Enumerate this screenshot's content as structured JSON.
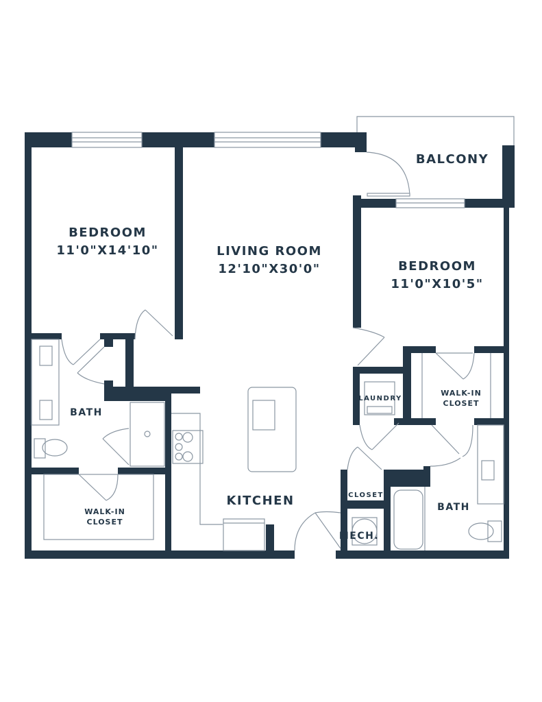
{
  "rooms": {
    "bedroom1": {
      "name": "BEDROOM",
      "dims": "11'0\"X14'10\""
    },
    "living": {
      "name": "LIVING ROOM",
      "dims": "12'10\"X30'0\""
    },
    "bedroom2": {
      "name": "BEDROOM",
      "dims": "11'0\"X10'5\""
    },
    "balcony": {
      "name": "BALCONY"
    },
    "kitchen": {
      "name": "KITCHEN"
    },
    "bath1": {
      "name": "BATH"
    },
    "walkin1": {
      "line1": "WALK-IN",
      "line2": "CLOSET"
    },
    "laundry": {
      "name": "LAUNDRY"
    },
    "walkin2": {
      "line1": "WALK-IN",
      "line2": "CLOSET"
    },
    "closet": {
      "name": "CLOSET"
    },
    "mech": {
      "name": "MECH."
    },
    "bath2": {
      "name": "BATH"
    }
  },
  "colors": {
    "wall": "#243747",
    "fixture": "#8a96a2"
  }
}
